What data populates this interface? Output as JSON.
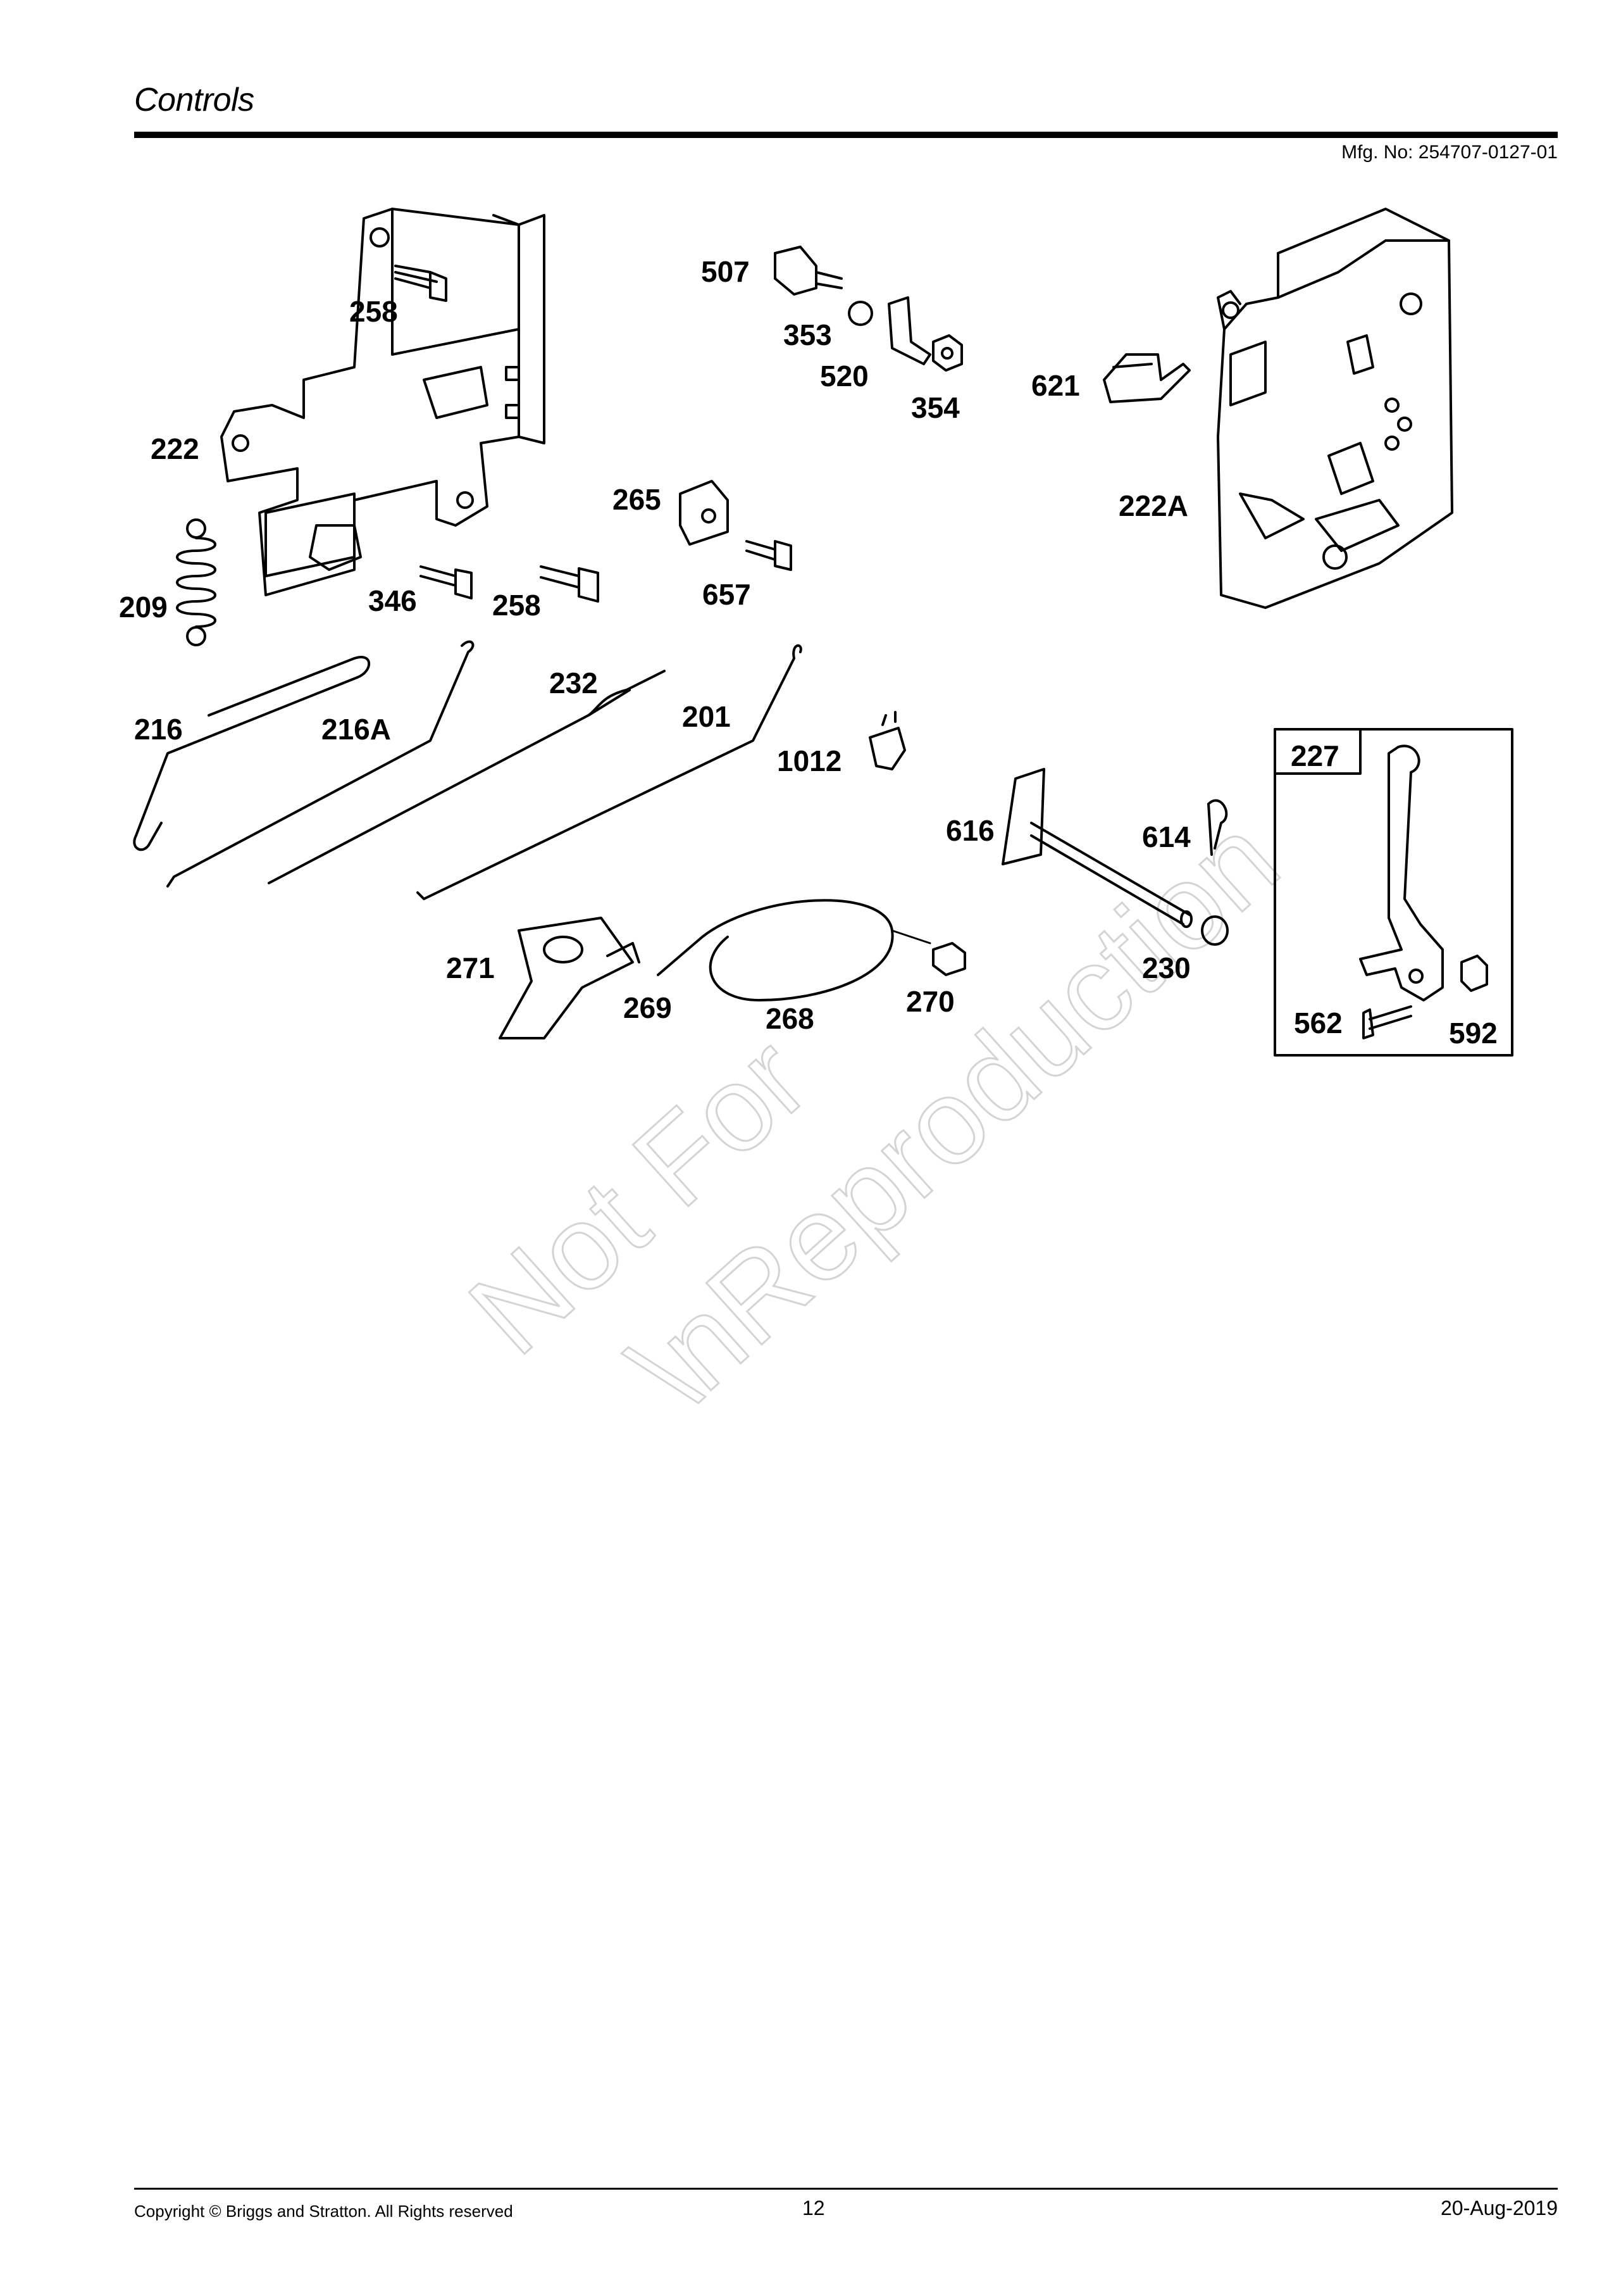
{
  "header": {
    "title": "Controls",
    "mfg_no": "Mfg. No: 254707-0127-01"
  },
  "watermark": {
    "line1": "Not For",
    "line2": "\\nReproduction"
  },
  "parts": {
    "p258a": "258",
    "p222": "222",
    "p209": "209",
    "p346": "346",
    "p258b": "258",
    "p507": "507",
    "p353": "353",
    "p520": "520",
    "p354": "354",
    "p621": "621",
    "p222a": "222A",
    "p265": "265",
    "p657": "657",
    "p216": "216",
    "p216a": "216A",
    "p232": "232",
    "p201": "201",
    "p1012": "1012",
    "p616": "616",
    "p614": "614",
    "p227": "227",
    "p271": "271",
    "p269": "269",
    "p268": "268",
    "p270": "270",
    "p230": "230",
    "p562": "562",
    "p592": "592"
  },
  "footer": {
    "copyright": "Copyright ©  Briggs and Stratton. All Rights reserved",
    "page_number": "12",
    "date": "20-Aug-2019"
  }
}
